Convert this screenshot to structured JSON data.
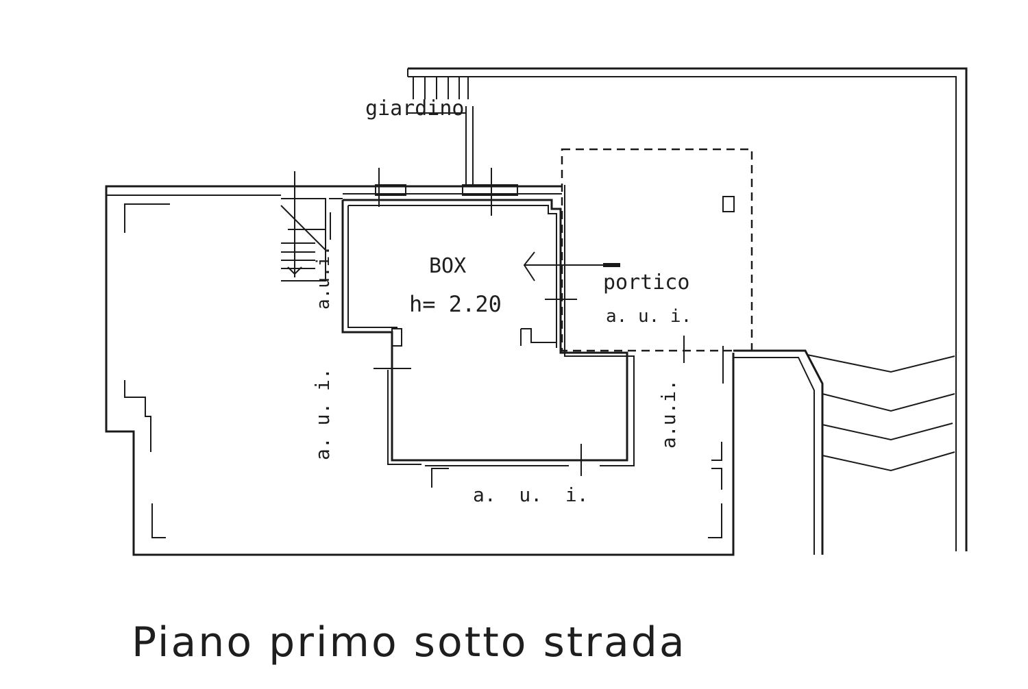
{
  "plan": {
    "title": "Piano primo sotto strada",
    "rooms": {
      "garden": "giardino",
      "box": "BOX",
      "box_height": "h= 2.20",
      "portico": "portico",
      "portico_note": "a. u. i."
    },
    "aui_labels": [
      "a.u.i.",
      "a. u. i.",
      "a.u.i.",
      "a.  u.  i."
    ],
    "line_color": "#1a1a1a"
  }
}
